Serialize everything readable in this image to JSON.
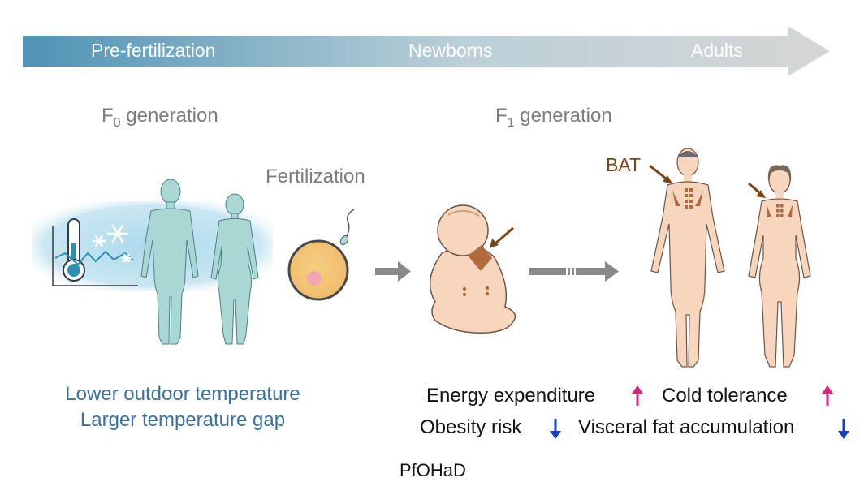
{
  "timeline": {
    "stages": [
      "Pre-fertilization",
      "Newborns",
      "Adults"
    ]
  },
  "generations": {
    "f0": {
      "prefix": "F",
      "sub": "0",
      "suffix": " generation"
    },
    "f1": {
      "prefix": "F",
      "sub": "1",
      "suffix": " generation"
    }
  },
  "fertilization_label": "Fertilization",
  "bat_label": "BAT",
  "conditions": [
    "Lower outdoor temperature",
    "Larger temperature gap"
  ],
  "effects": [
    {
      "label": "Energy expenditure",
      "direction": "up"
    },
    {
      "label": "Cold tolerance",
      "direction": "up"
    },
    {
      "label": "Obesity risk",
      "direction": "down"
    },
    {
      "label": "Visceral fat accumulation",
      "direction": "down"
    }
  ],
  "footer_text": "PfOHaD",
  "colors": {
    "arrow_start": "#4f93b5",
    "arrow_end": "#d4d4d4",
    "cold_figure": "#a9d8d4",
    "skin": "#f7d6bd",
    "bat": "#b06a3c",
    "up_arrow": "#e0237a",
    "down_arrow": "#1b3fc4"
  }
}
